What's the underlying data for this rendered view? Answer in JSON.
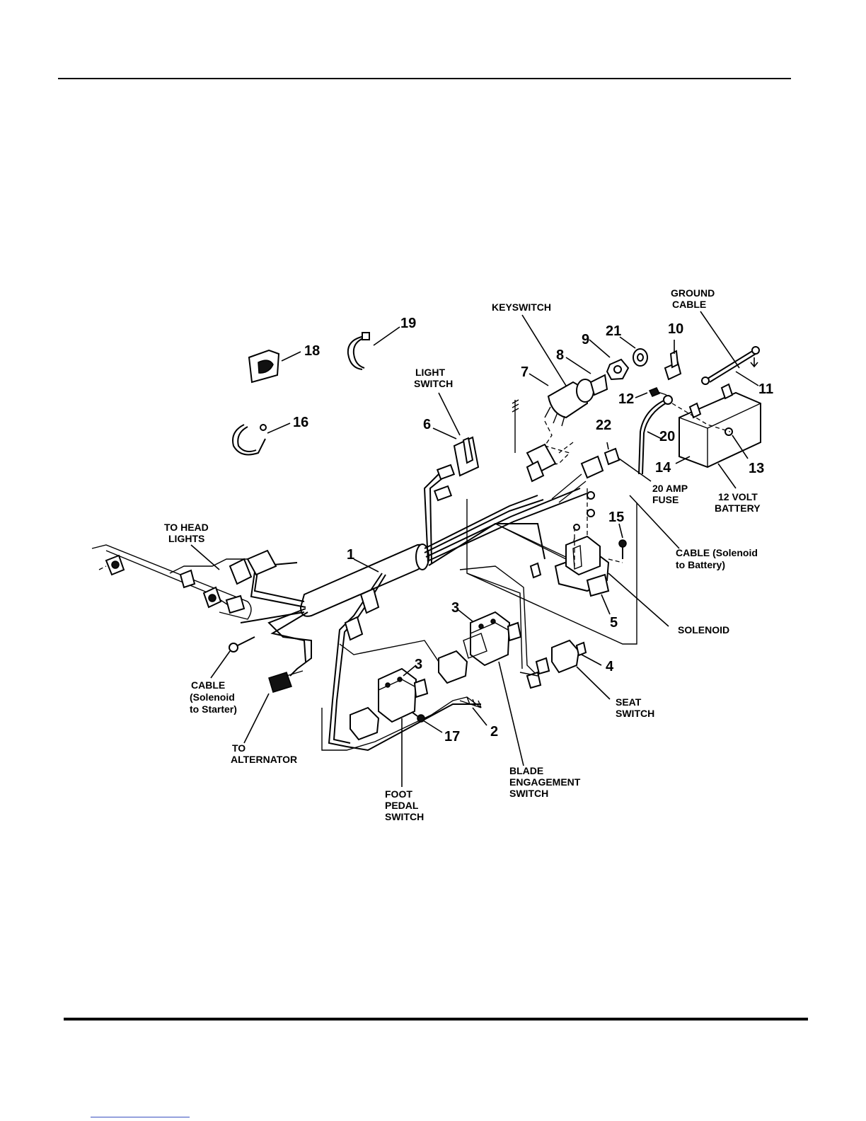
{
  "labels": {
    "keyswitch": "KEYSWITCH",
    "ground_cable": [
      "GROUND",
      "CABLE"
    ],
    "light_switch": [
      "LIGHT",
      "SWITCH"
    ],
    "fuse": [
      "20 AMP",
      "FUSE"
    ],
    "battery": [
      "12 VOLT",
      "BATTERY"
    ],
    "head_lights": [
      "TO HEAD",
      "LIGHTS"
    ],
    "cable_batt": [
      "CABLE (Solenoid",
      "to Battery)"
    ],
    "solenoid": "SOLENOID",
    "cable_starter": [
      "CABLE",
      "(Solenoid",
      "to Starter)"
    ],
    "alternator": [
      "TO",
      "ALTERNATOR"
    ],
    "seat_switch": [
      "SEAT",
      "SWITCH"
    ],
    "blade_switch": [
      "BLADE",
      "ENGAGEMENT",
      "SWITCH"
    ],
    "foot_switch": [
      "FOOT",
      "PEDAL",
      "SWITCH"
    ]
  },
  "callouts": {
    "n1": "1",
    "n2": "2",
    "n3a": "3",
    "n3b": "3",
    "n4": "4",
    "n5": "5",
    "n6": "6",
    "n7": "7",
    "n8": "8",
    "n9": "9",
    "n10": "10",
    "n11": "11",
    "n12": "12",
    "n13": "13",
    "n14": "14",
    "n15": "15",
    "n16": "16",
    "n17": "17",
    "n18": "18",
    "n19": "19",
    "n20": "20",
    "n21": "21",
    "n22": "22"
  }
}
